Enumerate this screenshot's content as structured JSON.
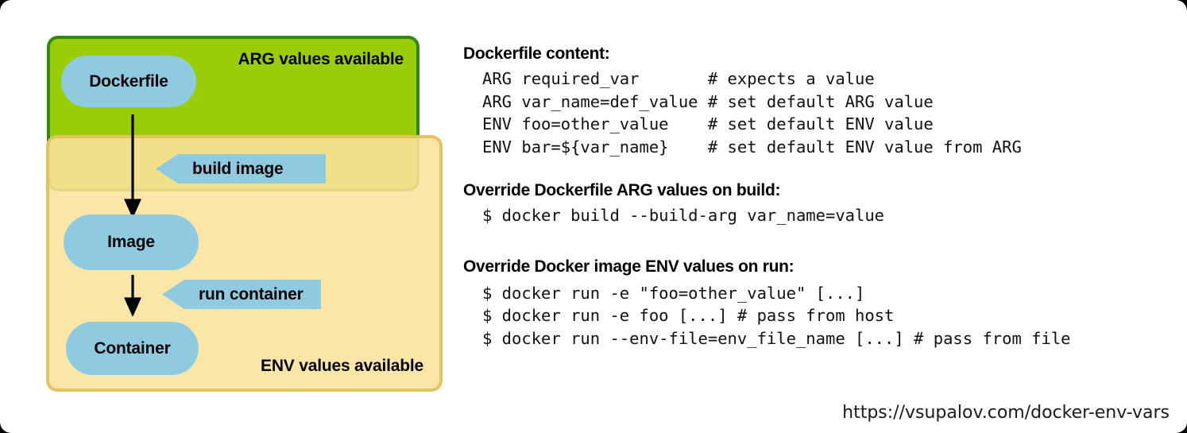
{
  "diagram": {
    "arg_box": {
      "label": "ARG values available",
      "fill": "#9ACD05",
      "border": "#2E8B0B"
    },
    "env_box": {
      "label": "ENV values available",
      "fill": "#FAE29C",
      "border": "#E2BE5A"
    },
    "nodes": [
      {
        "label": "Dockerfile"
      },
      {
        "label": "Image"
      },
      {
        "label": "Container"
      }
    ],
    "callouts": [
      {
        "label": "build image"
      },
      {
        "label": "run container"
      }
    ],
    "node_fill": "#8ECBE0"
  },
  "content": {
    "dockerfile": {
      "heading": "Dockerfile content:",
      "code": "ARG required_var       # expects a value\nARG var_name=def_value # set default ARG value\nENV foo=other_value    # set default ENV value\nENV bar=${var_name}    # set default ENV value from ARG"
    },
    "build": {
      "heading": "Override Dockerfile ARG values on build:",
      "code": "$ docker build --build-arg var_name=value"
    },
    "run": {
      "heading": "Override Docker image ENV values on run:",
      "code": "$ docker run -e \"foo=other_value\" [...]\n$ docker run -e foo [...] # pass from host\n$ docker run --env-file=env_file_name [...] # pass from file"
    }
  },
  "footer": {
    "url": "https://vsupalov.com/docker-env-vars"
  }
}
